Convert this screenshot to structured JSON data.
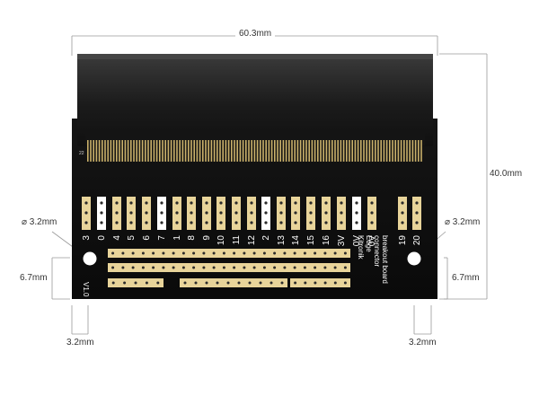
{
  "dimensions": {
    "width": "60.3mm",
    "height": "40.0mm",
    "hole_left": "⌀ 3.2mm",
    "hole_right": "⌀ 3.2mm",
    "edge_left": "6.7mm",
    "edge_right": "6.7mm",
    "bottom_left": "3.2mm",
    "bottom_right": "3.2mm"
  },
  "board": {
    "version": "V1.0",
    "title_lines": [
      "Kitronik",
      "Edge",
      "connector",
      "breakout board"
    ],
    "pins": [
      "3",
      "0",
      "4",
      "5",
      "6",
      "7",
      "1",
      "8",
      "9",
      "10",
      "11",
      "12",
      "2",
      "13",
      "14",
      "15",
      "16",
      "3V",
      "0V",
      "0V",
      "19",
      "20"
    ],
    "highlight_pins": [
      "0",
      "7",
      "2",
      "0V"
    ]
  },
  "colors": {
    "board": "#0d0d0d",
    "gold": "#e8d49a",
    "pad_white": "#ffffff",
    "line": "#8c8c8c"
  }
}
